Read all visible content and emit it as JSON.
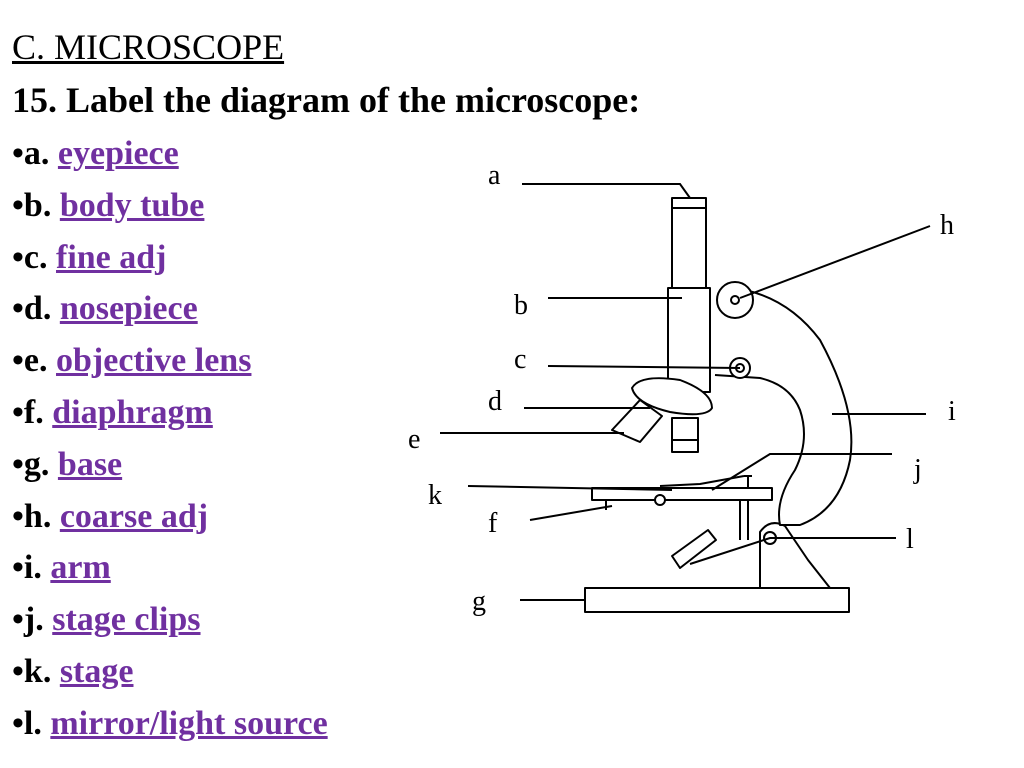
{
  "heading": "C. MICROSCOPE",
  "question": "15. Label the diagram of the microscope:",
  "colors": {
    "answer": "#7030a0",
    "text": "#000000"
  },
  "items": [
    {
      "letter": "a",
      "answer": "eyepiece"
    },
    {
      "letter": "b",
      "answer": "body tube"
    },
    {
      "letter": "c",
      "answer": "fine adj"
    },
    {
      "letter": "d",
      "answer": "nosepiece"
    },
    {
      "letter": "e",
      "answer": "objective lens"
    },
    {
      "letter": "f",
      "answer": "diaphragm"
    },
    {
      "letter": "g",
      "answer": "base"
    },
    {
      "letter": "h",
      "answer": "coarse adj"
    },
    {
      "letter": "i",
      "answer": "arm"
    },
    {
      "letter": "j",
      "answer": "stage clips"
    },
    {
      "letter": "k",
      "answer": "stage"
    },
    {
      "letter": "l",
      "answer": "mirror/light source"
    }
  ]
}
